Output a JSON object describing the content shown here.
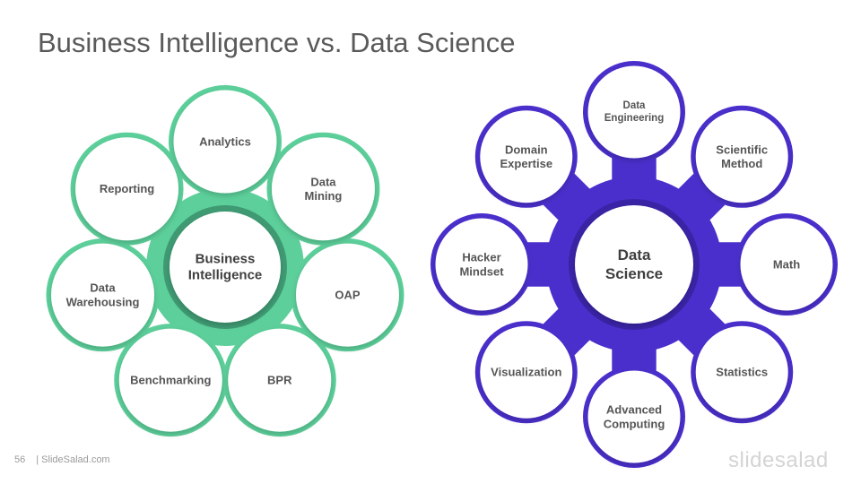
{
  "title": "Business Intelligence vs. Data Science",
  "colors": {
    "bi_accent": "#5ccf9a",
    "bi_ring": "#3f9a73",
    "ds_accent": "#4a2fcc",
    "ds_ring": "#3a24a6"
  },
  "bi": {
    "center": [
      "Business",
      "Intelligence"
    ],
    "nodes": [
      [
        "Analytics"
      ],
      [
        "Data",
        "Mining"
      ],
      [
        "OAP"
      ],
      [
        "BPR"
      ],
      [
        "Benchmarking"
      ],
      [
        "Data",
        "Warehousing"
      ],
      [
        "Reporting"
      ]
    ]
  },
  "ds": {
    "center": [
      "Data",
      "Science"
    ],
    "nodes": [
      [
        "Data",
        "Engineering"
      ],
      [
        "Scientific",
        "Method"
      ],
      [
        "Math"
      ],
      [
        "Statistics"
      ],
      [
        "Advanced",
        "Computing"
      ],
      [
        "Visualization"
      ],
      [
        "Hacker",
        "Mindset"
      ],
      [
        "Domain",
        "Expertise"
      ]
    ]
  },
  "footer": {
    "page": "56",
    "site": "| SlideSalad.com"
  },
  "logo": "slidesalad"
}
